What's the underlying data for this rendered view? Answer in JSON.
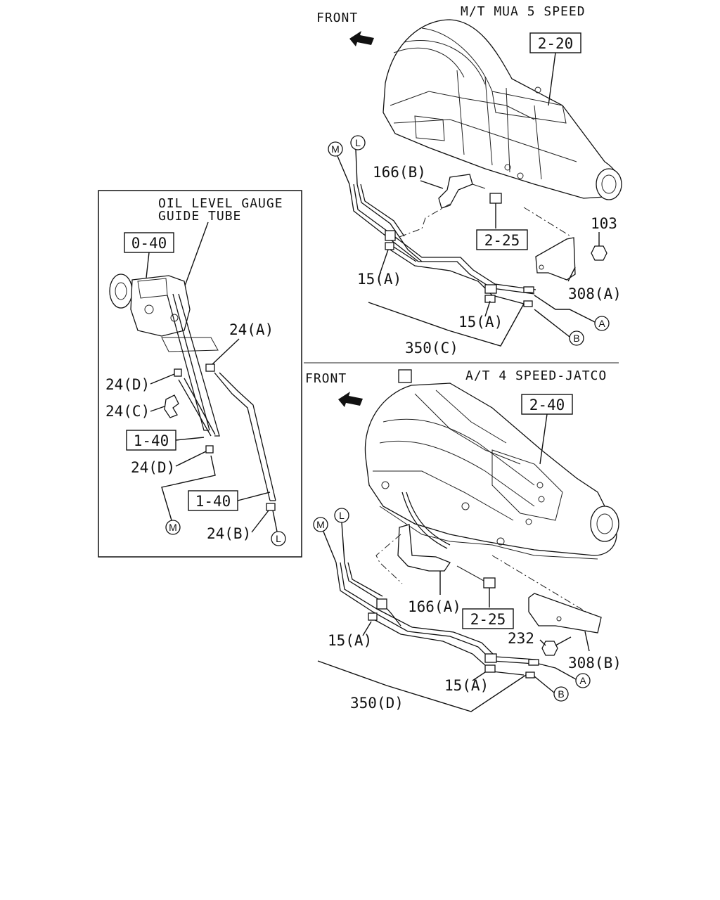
{
  "titles": {
    "mt": "M/T MUA 5 SPEED",
    "at": "A/T 4 SPEED-JATCO",
    "front_top": "FRONT",
    "front_bottom": "FRONT",
    "inset_line1": "OIL LEVEL GAUGE",
    "inset_line2": "GUIDE TUBE"
  },
  "ref_boxes": {
    "mt_trans": "2-20",
    "mt_bolt": "2-25",
    "at_trans": "2-40",
    "at_bolt": "2-25",
    "inset_engine": "0-40",
    "inset_tube1": "1-40",
    "inset_tube2": "1-40"
  },
  "parts": {
    "mt_166": "166(B)",
    "mt_103": "103",
    "mt_15a_1": "15(A)",
    "mt_15a_2": "15(A)",
    "mt_308": "308(A)",
    "mt_350": "350(C)",
    "at_166": "166(A)",
    "at_232": "232",
    "at_308": "308(B)",
    "at_15a_1": "15(A)",
    "at_15a_2": "15(A)",
    "at_350": "350(D)",
    "in_24a": "24(A)",
    "in_24d_1": "24(D)",
    "in_24c": "24(C)",
    "in_24d_2": "24(D)",
    "in_24b": "24(B)"
  },
  "connectors": {
    "m": "M",
    "l": "L",
    "a": "A",
    "b": "B"
  }
}
